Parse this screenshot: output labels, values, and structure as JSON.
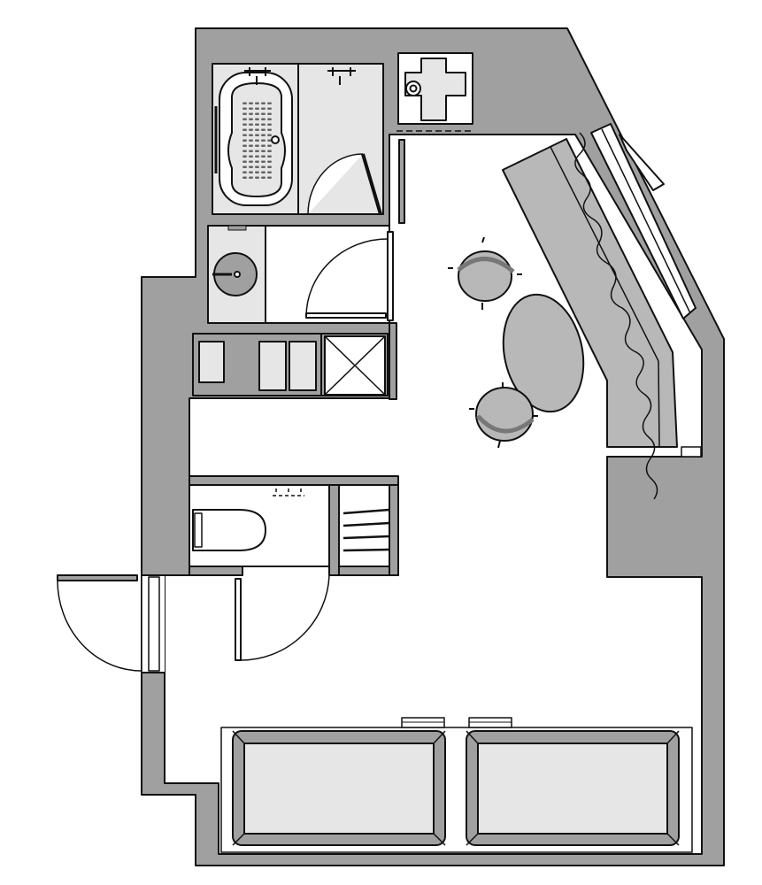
{
  "diagram": {
    "type": "floor-plan",
    "colors": {
      "wall": "#a0a0a0",
      "floor": "#ffffff",
      "fixture_light": "#e6e6e6",
      "furniture": "#b8b8b8",
      "line": "#111111"
    },
    "elements": [
      "bathtub",
      "shower",
      "washbasin",
      "kitchen-sink",
      "closet",
      "toilet",
      "shelf",
      "counter",
      "curtain",
      "dining-table",
      "chair",
      "chair",
      "bed",
      "bed",
      "entrance-door"
    ]
  }
}
